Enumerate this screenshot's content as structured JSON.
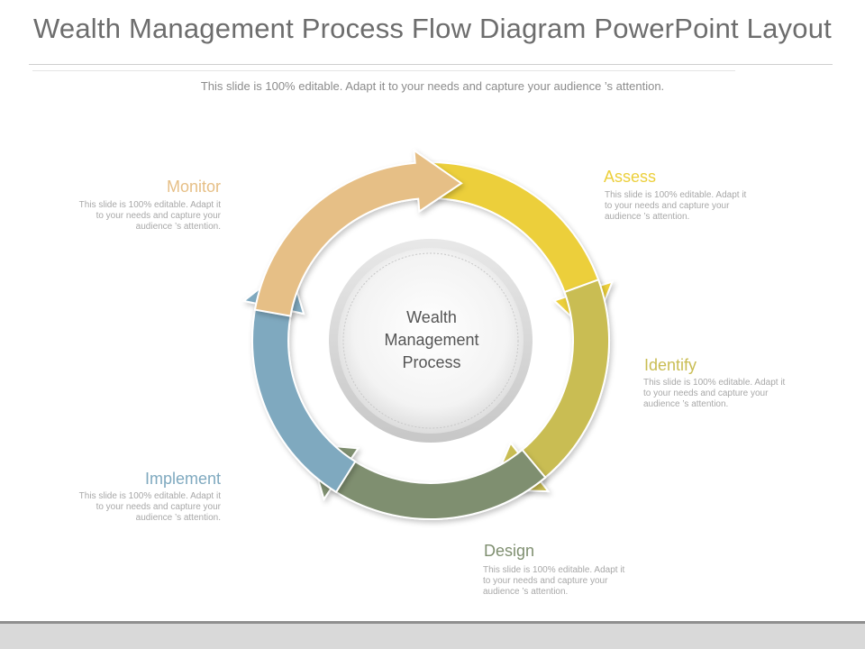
{
  "header": {
    "title": "Wealth Management Process Flow Diagram PowerPoint Layout",
    "subtitle": "This slide is 100% editable. Adapt it to your needs and capture your  audience ’s attention."
  },
  "center": {
    "line1": "Wealth",
    "line2": "Management",
    "line3": "Process"
  },
  "steps": [
    {
      "label": "Assess",
      "color": "#eccf3b",
      "desc1": "This slide is 100% editable. Adapt it",
      "desc2": "to your needs and capture your",
      "desc3": "audience ’s attention."
    },
    {
      "label": "Identify",
      "color": "#c9bd53",
      "desc1": "This slide is 100% editable. Adapt it",
      "desc2": "to your needs and capture your",
      "desc3": "audience ’s attention."
    },
    {
      "label": "Design",
      "color": "#7f8f70",
      "desc1": "This slide is 100% editable. Adapt it",
      "desc2": "to your needs and capture your",
      "desc3": "audience ’s attention."
    },
    {
      "label": "Implement",
      "color": "#7fa9bf",
      "desc1": "This slide is 100% editable. Adapt it",
      "desc2": "to your needs and capture your",
      "desc3": "audience ’s attention."
    },
    {
      "label": "Monitor",
      "color": "#e6bf86",
      "desc1": "This slide is 100% editable. Adapt it",
      "desc2": "to your needs and capture your",
      "desc3": "audience ’s attention."
    }
  ]
}
